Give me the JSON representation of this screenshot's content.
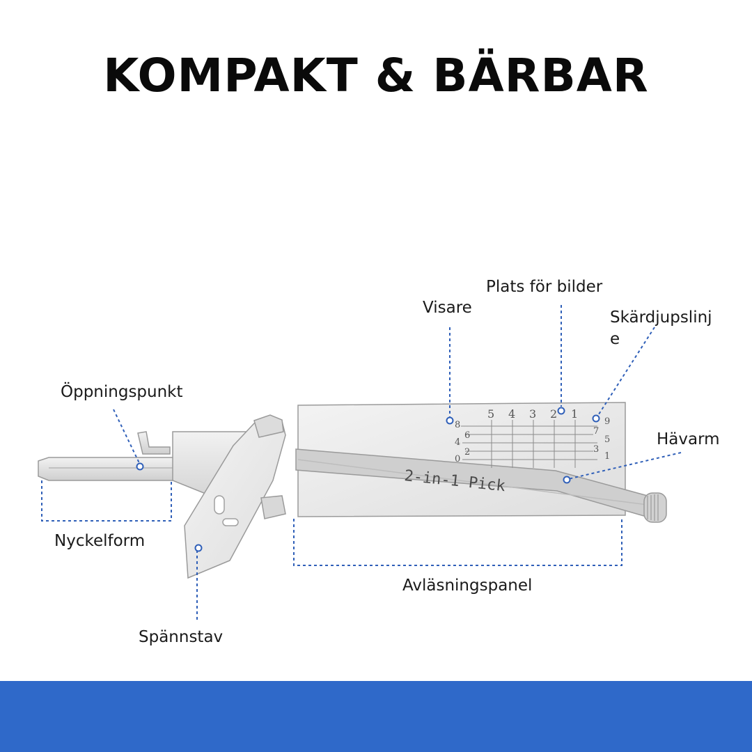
{
  "title": "KOMPAKT & BÄRBAR",
  "tool": {
    "engraving": "2-in-1 Pick",
    "top_numbers": [
      "5",
      "4",
      "3",
      "2",
      "1"
    ],
    "left_numbers": [
      "8",
      "6",
      "4",
      "2",
      "0"
    ],
    "right_numbers": [
      "9",
      "7",
      "5",
      "3",
      "1"
    ]
  },
  "labels": {
    "opening_point": "Öppningspunkt",
    "key_shape": "Nyckelform",
    "tension_bar": "Spännstav",
    "indicator": "Visare",
    "picture_space": "Plats för bilder",
    "cut_depth_line_1": "Skärdjupslinj",
    "cut_depth_line_2": "e",
    "lever": "Hävarm",
    "reading_panel": "Avläsningspanel"
  },
  "colors": {
    "annotation": "#2f5fb8",
    "band": "#2f69c9",
    "metal": "#e4e4e4"
  }
}
